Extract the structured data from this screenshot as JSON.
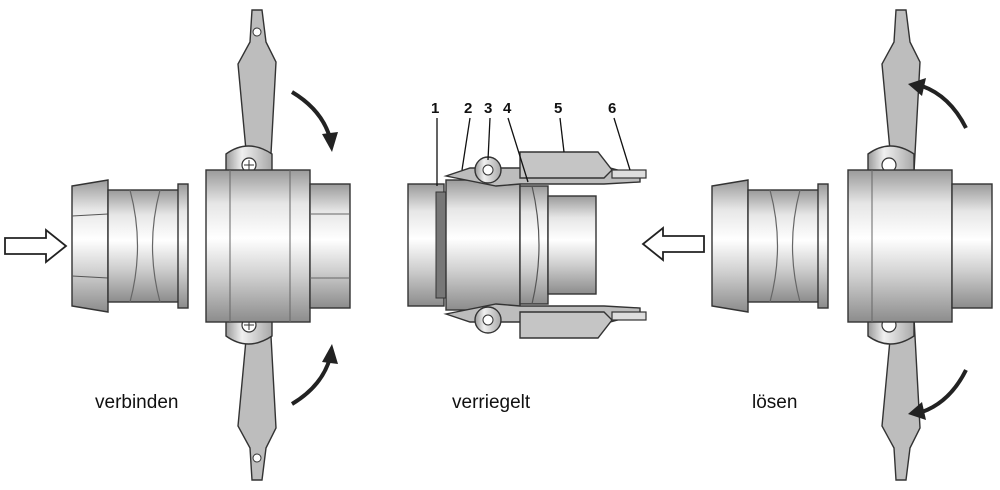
{
  "captions": {
    "connect": "verbinden",
    "locked": "verriegelt",
    "release": "lösen"
  },
  "part_numbers": [
    "1",
    "2",
    "3",
    "4",
    "5",
    "6"
  ],
  "colors": {
    "metal_light": "#f2f2f2",
    "metal_mid": "#c8c8c8",
    "metal_dark": "#8a8a8a",
    "outline": "#333333",
    "arrow": "#222222"
  }
}
